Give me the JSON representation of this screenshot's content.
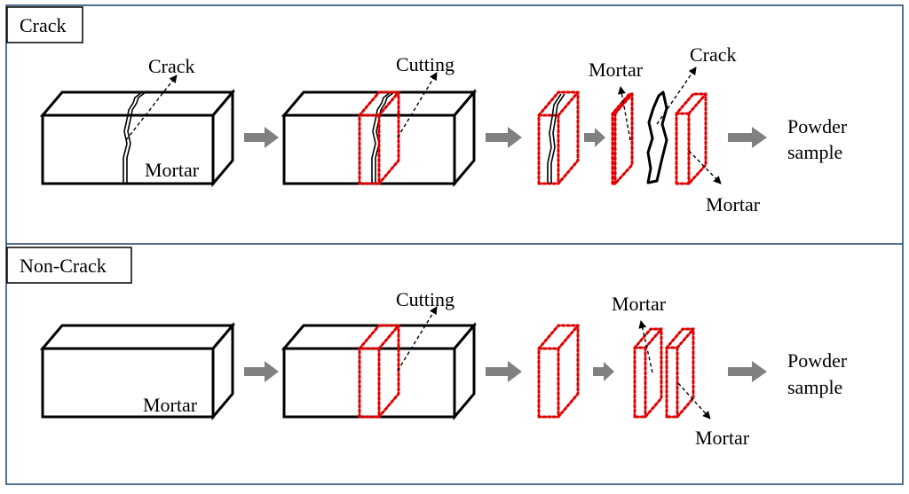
{
  "sections": {
    "crack": {
      "title": "Crack",
      "labels": {
        "crack_block1": "Crack",
        "mortar_block1": "Mortar",
        "cutting": "Cutting",
        "mortar_top": "Mortar",
        "crack_top": "Crack",
        "mortar_bottom": "Mortar",
        "powder_line1": "Powder",
        "powder_line2": "sample"
      }
    },
    "noncrack": {
      "title": "Non-Crack",
      "labels": {
        "mortar_block1": "Mortar",
        "cutting": "Cutting",
        "mortar_top": "Mortar",
        "mortar_bottom": "Mortar",
        "powder_line1": "Powder",
        "powder_line2": "sample"
      }
    }
  },
  "colors": {
    "border": "#1f3f6a",
    "arrow_fill": "#808080",
    "cut_outline": "#e00000"
  }
}
